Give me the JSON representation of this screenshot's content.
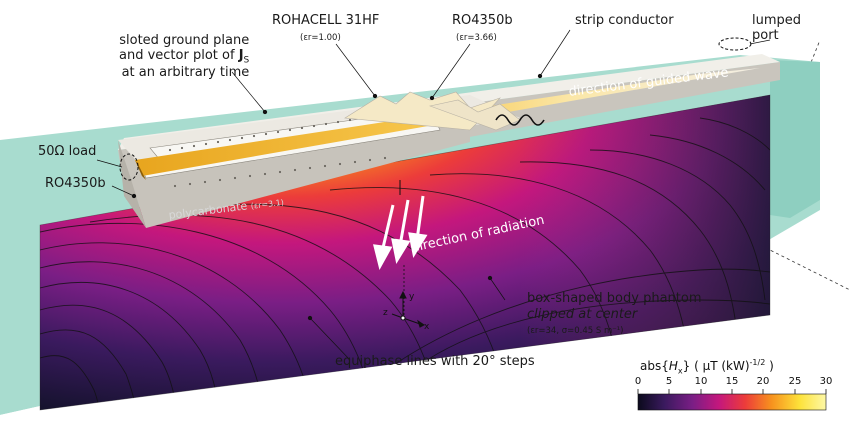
{
  "labels": {
    "sloted_ground_plane": "sloted ground plane",
    "vector_plot": "and vector plot of",
    "js_symbol": "J",
    "js_sub": "S",
    "arbitrary_time": "at an arbitrary time",
    "rohacell": "ROHACELL 31HF",
    "rohacell_eps": "(εr=1.00)",
    "ro4350b_top": "RO4350b",
    "ro4350b_top_eps": "(εr=3.66)",
    "strip_conductor": "strip conductor",
    "lumped_port_1": "lumped",
    "lumped_port_2": "port",
    "direction_guided_wave": "direction of guided wave",
    "load": "50Ω load",
    "ro4350b_left": "RO4350b",
    "polycarbonate": "polycarbonate",
    "polycarbonate_eps": "(εr=3.1)",
    "direction_radiation": "direction of radiation",
    "phantom_1": "box-shaped body phantom",
    "phantom_2": "clipped at center",
    "phantom_eps": "(εr=34, σ=0.45 S m⁻¹)",
    "equiphase": "equiphase lines with 20° steps",
    "axis_x": "x",
    "axis_y": "y",
    "axis_z": "z"
  },
  "colorbar": {
    "title": "abs{Hx} ( μT (kW)-1/2 )",
    "ticks": [
      "0",
      "5",
      "10",
      "15",
      "20",
      "25",
      "30"
    ],
    "colors": [
      "#0b0a1c",
      "#3a1a5e",
      "#7a1e85",
      "#c4177d",
      "#ec3c3a",
      "#f7921e",
      "#fde23a",
      "#fdf8a6"
    ]
  },
  "colors": {
    "phantom_surround": "#9fd6c9",
    "antenna_top": "#e9e6de",
    "strip": "#f2b72a",
    "floor": "#f4f4f4"
  }
}
